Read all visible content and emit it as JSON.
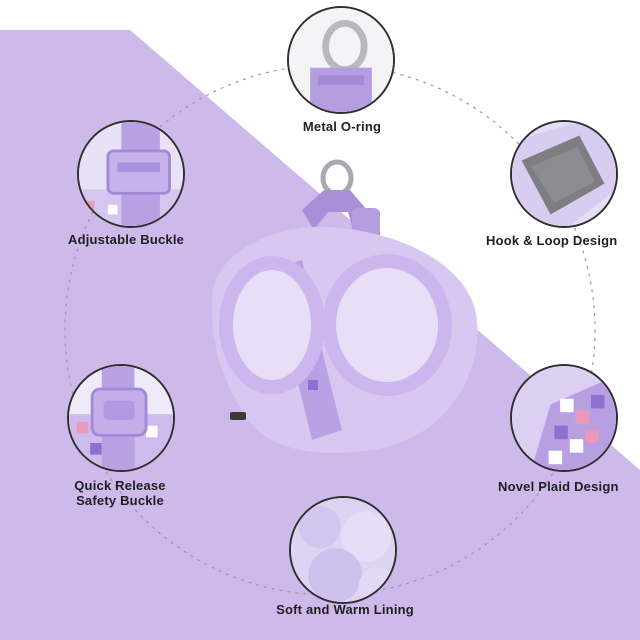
{
  "colors": {
    "background": "#ffffff",
    "accent_purple": "#c9b6ea",
    "fur_light": "#ddd0f2",
    "fur_mid": "#c7b3ea",
    "strap_purple": "#a98fd8",
    "gray_velcro": "#8a8a8a",
    "pink_accent": "#e99ab8",
    "ring_metal": "#b8b8be",
    "text": "#1f1f1f"
  },
  "features": [
    {
      "id": "metal-o-ring",
      "label": "Metal O-ring",
      "icon": "o-ring-icon"
    },
    {
      "id": "adjustable-buckle",
      "label": "Adjustable Buckle",
      "icon": "buckle-icon"
    },
    {
      "id": "hook-loop-design",
      "label": "Hook & Loop Design",
      "icon": "velcro-icon"
    },
    {
      "id": "quick-release",
      "label_lines": [
        "Quick Release",
        "Safety Buckle"
      ],
      "icon": "release-buckle-icon"
    },
    {
      "id": "novel-plaid",
      "label": "Novel Plaid Design",
      "icon": "plaid-icon"
    },
    {
      "id": "soft-lining",
      "label": "Soft and Warm Lining",
      "icon": "fur-lining-icon"
    }
  ],
  "product": {
    "icon": "dog-harness-icon"
  }
}
